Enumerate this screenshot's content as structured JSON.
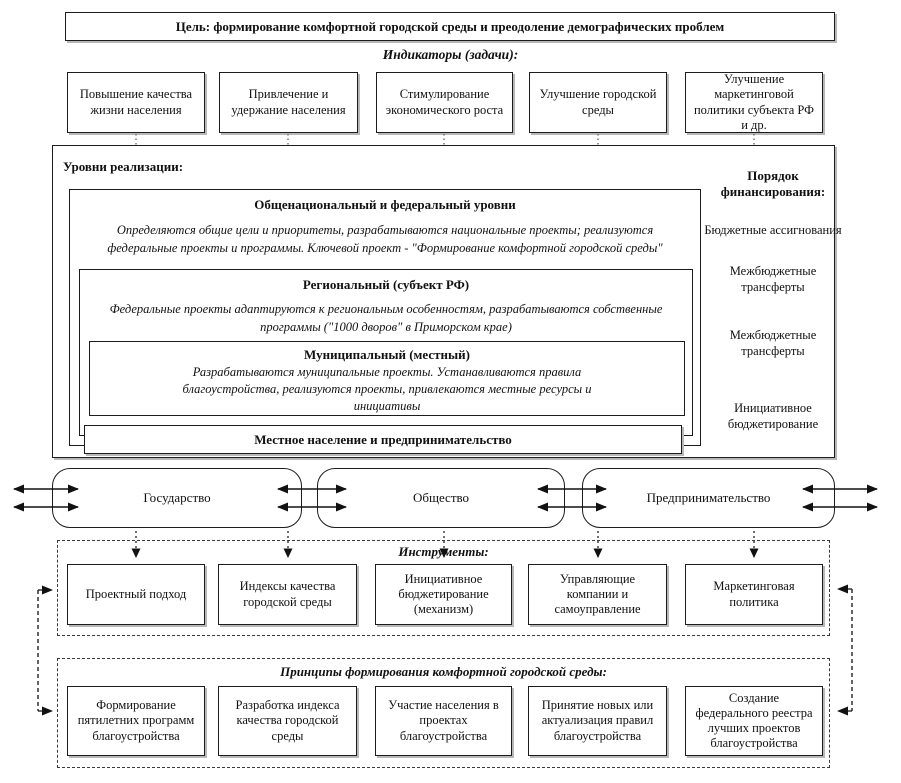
{
  "goal": {
    "text": "Цель: формирование комфортной городской среды и преодоление демографических проблем"
  },
  "indicators": {
    "label": "Индикаторы (задачи):",
    "items": [
      "Повышение качества жизни населения",
      "Привлечение и удержание населения",
      "Стимулирование экономического роста",
      "Улучшение городской среды",
      "Улучшение маркетинговой политики субъекта РФ и др."
    ]
  },
  "levels": {
    "label": "Уровни реализации:",
    "national": {
      "title": "Общенациональный и федеральный уровни",
      "desc": "Определяются общие цели и приоритеты, разрабатываются национальные проекты; реализуются федеральные проекты и программы. Ключевой проект - \"Формирование комфортной городской среды\""
    },
    "regional": {
      "title": "Региональный (субъект РФ)",
      "desc": "Федеральные проекты адаптируются к региональным особенностям, разрабатываются собственные программы (\"1000 дворов\" в Приморском крае)"
    },
    "municipal": {
      "title": "Муниципальный (местный)",
      "desc": "Разрабатываются муниципальные проекты. Устанавливаются правила благоустройства, реализуются проекты, привлекаются местные ресурсы и инициативы"
    },
    "population": "Местное население и предпринимательство"
  },
  "financing": {
    "label": "Порядок финансирования:",
    "items": [
      "Бюджетные ассигнования",
      "Межбюджетные трансферты",
      "Межбюджетные трансферты",
      "Инициативное бюджетирование"
    ]
  },
  "actors": [
    "Государство",
    "Общество",
    "Предпринимательство"
  ],
  "instruments": {
    "label": "Инструменты:",
    "items": [
      "Проектный подход",
      "Индексы качества городской среды",
      "Инициативное бюджетирование (механизм)",
      "Управляющие компании и самоуправление",
      "Маркетинговая политика"
    ]
  },
  "principles": {
    "label": "Принципы формирования комфортной городской среды:",
    "items": [
      "Формирование пятилетних программ благоустройства",
      "Разработка индекса качества городской среды",
      "Участие населения в проектах благоустройства",
      "Принятие новых или актуализация правил благоустройства",
      "Создание федерального реестра лучших проектов благоустройства"
    ]
  },
  "colors": {
    "line": "#1c1c1c",
    "shadow": "#b8b8b8",
    "background": "#ffffff",
    "text": "#111111"
  }
}
